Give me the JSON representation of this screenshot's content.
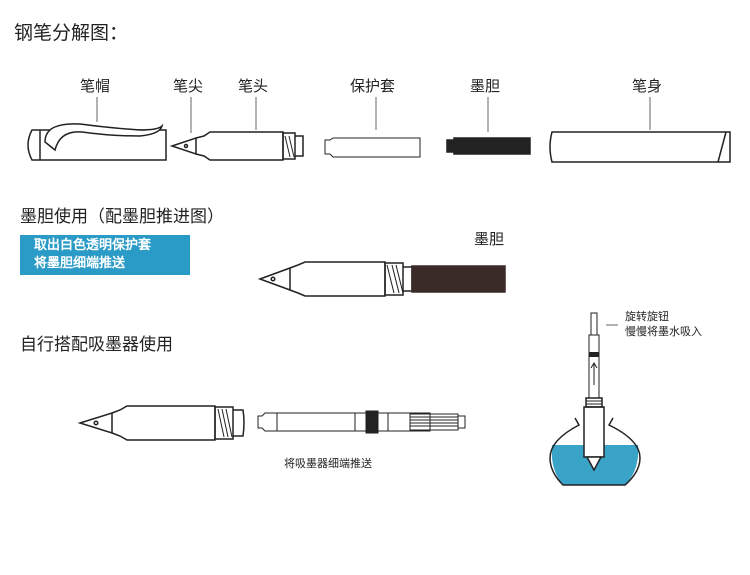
{
  "title": "钢笔分解图：",
  "parts": {
    "cap": "笔帽",
    "nib": "笔尖",
    "head": "笔头",
    "sleeve": "保护套",
    "cartridge": "墨胆",
    "barrel": "笔身"
  },
  "cartridge_section": {
    "title": "墨胆使用（配墨胆推进图）",
    "instruction_line1": "取出白色透明保护套",
    "instruction_line2": "将墨胆细端推送",
    "cartridge_label": "墨胆"
  },
  "converter_section": {
    "title": "自行搭配吸墨器使用",
    "caption": "将吸墨器细端推送",
    "fill_line1": "旋转旋钮",
    "fill_line2": "慢慢将墨水吸入"
  },
  "colors": {
    "accent": "#2a9bc6",
    "ink": "#3aa3c8",
    "line": "#222222"
  }
}
